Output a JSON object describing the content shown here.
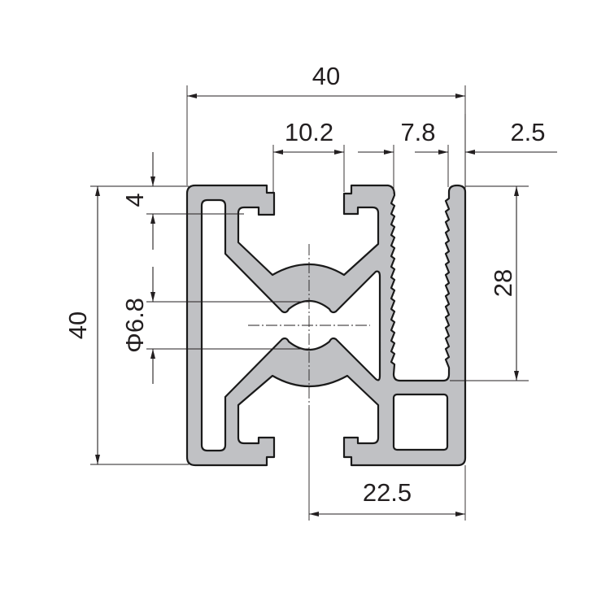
{
  "drawing": {
    "title": "Aluminium extrusion profile cross-section",
    "dimensions": {
      "overall_width": "40",
      "slot_width": "10.2",
      "channel_width": "7.8",
      "lip_thickness": "2.5",
      "slot_depth": "4",
      "overall_height": "40",
      "bore_diameter": "Φ6.8",
      "channel_depth": "28",
      "center_offset": "22.5"
    },
    "colors": {
      "profile_fill": "#c0c1c4",
      "line": "#231f20"
    }
  }
}
